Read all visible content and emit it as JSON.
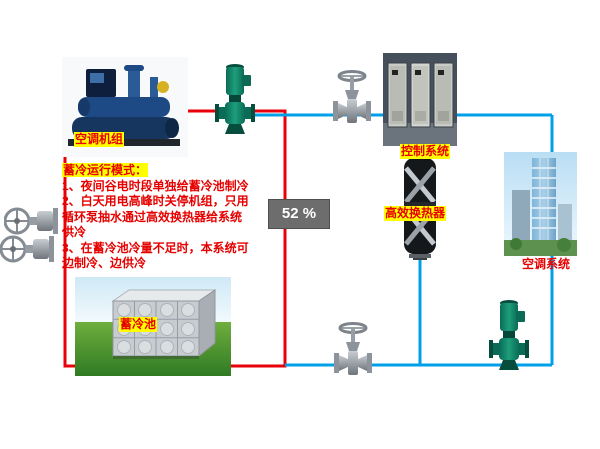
{
  "diagram": {
    "notes": {
      "title": "蓄冷运行模式：",
      "lines": [
        "1、夜间谷电时段单独给蓄冷池制冷",
        "2、白天用电高峰时关停机组，只用",
        "循环泵抽水通过高效换热器给系统",
        "供冷",
        "3、在蓄冷池冷量不足时，本系统可",
        "边制冷、边供冷"
      ]
    },
    "labels": {
      "chiller": "空调机组",
      "control_system": "控制系统",
      "heat_exchanger": "高效换热器",
      "hvac_system": "空调系统",
      "storage_tank": "蓄冷池"
    },
    "badge": {
      "value": "52 %"
    },
    "colors": {
      "chiller_loop": "#e8000a",
      "cooling_loop": "#00a0e9",
      "label_text": "#e60000",
      "label_highlight": "#ffff00",
      "badge_bg": "#6d6d6d",
      "badge_text": "#ffffff"
    }
  }
}
